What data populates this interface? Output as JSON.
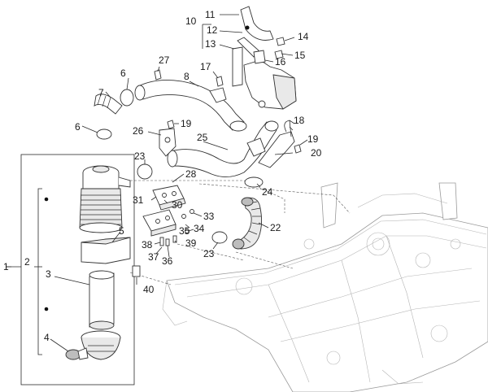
{
  "diagram": {
    "callouts": [
      "1",
      "2",
      "3",
      "4",
      "5",
      "6",
      "6",
      "7",
      "8",
      "10",
      "11",
      "12",
      "13",
      "14",
      "15",
      "16",
      "17",
      "18",
      "19",
      "19",
      "20",
      "22",
      "23",
      "23",
      "24",
      "25",
      "26",
      "27",
      "28",
      "30",
      "31",
      "33",
      "34",
      "35",
      "36",
      "37",
      "38",
      "39",
      "40"
    ]
  }
}
